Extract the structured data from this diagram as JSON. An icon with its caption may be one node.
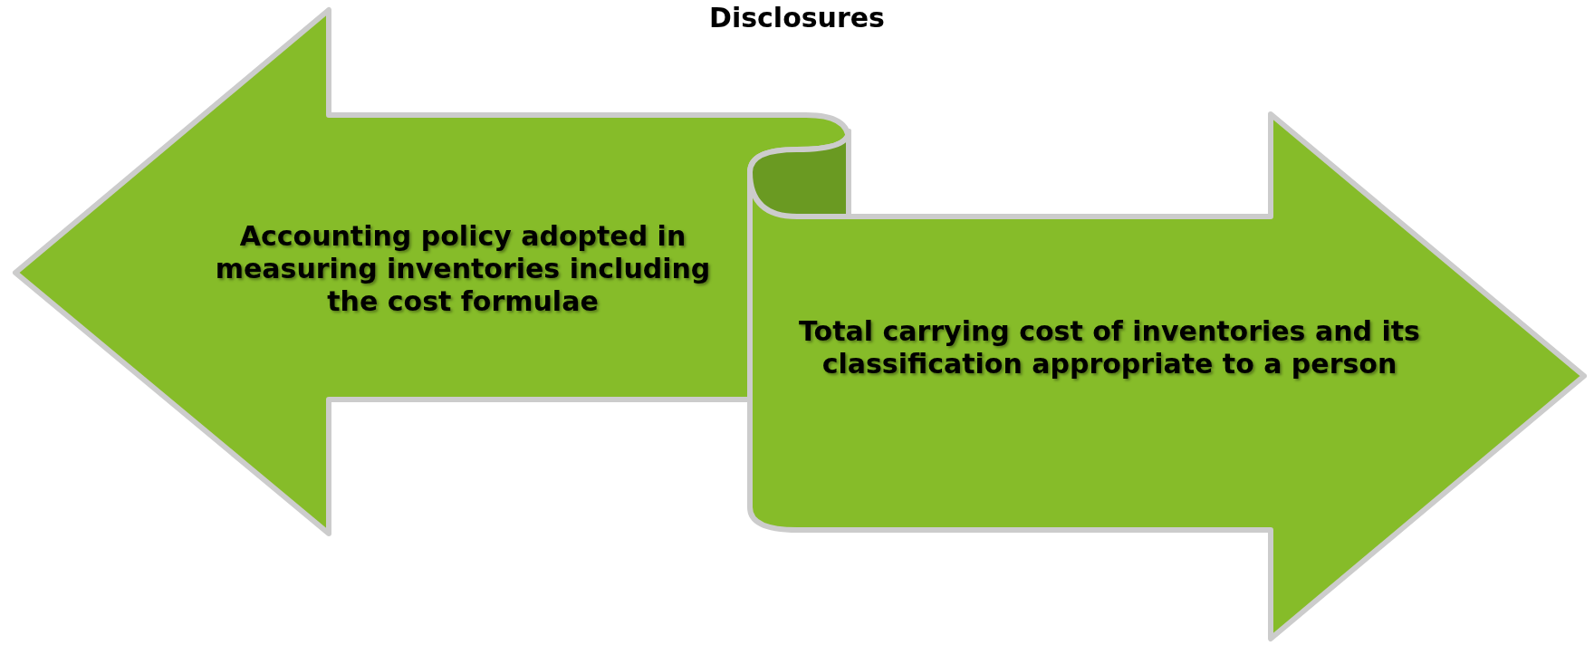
{
  "diagram": {
    "title": "Disclosures",
    "nodes": [
      {
        "text": [
          "Accounting policy adopted in measuring inventories including the cost formulae"
        ]
      },
      {
        "text": [
          "Total carrying cost of inventories and its classification appropriate to a person"
        ]
      }
    ]
  }
}
